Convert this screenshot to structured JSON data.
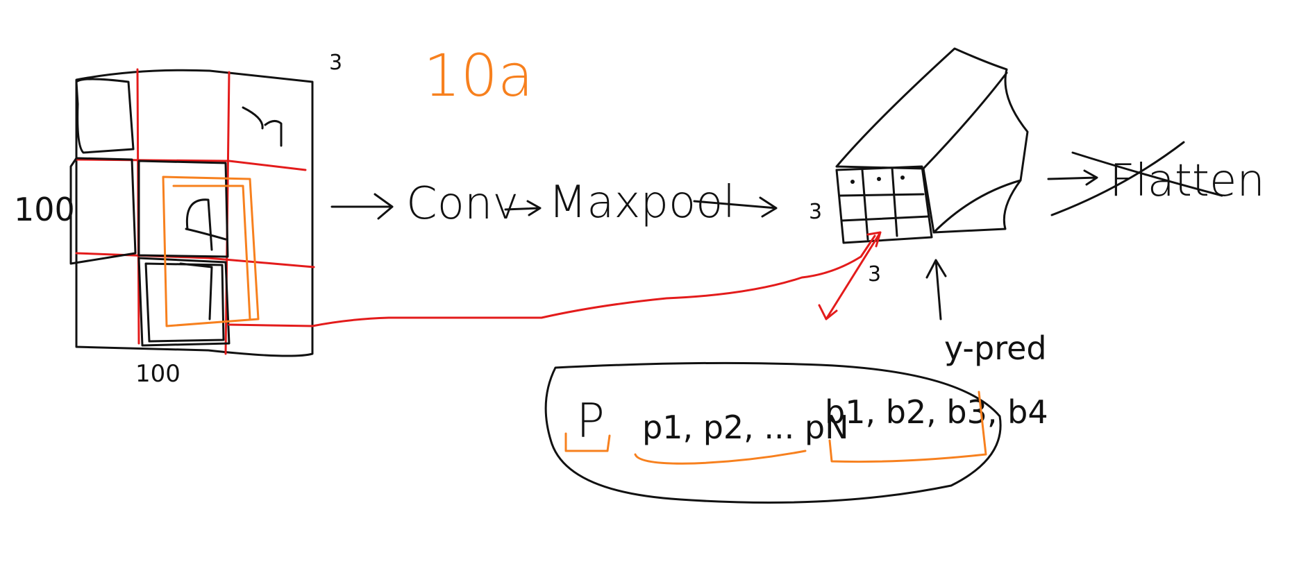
{
  "colors": {
    "ink": "#111111",
    "red": "#e31b1b",
    "orange": "#f7801e"
  },
  "labels": {
    "depth": "3",
    "orange_note": "10a",
    "height": "100",
    "width": "100",
    "conv": "Conv",
    "maxpool": "Maxpool",
    "feature_depth": "3",
    "cell_size": "3",
    "ypred": "y-pred",
    "flatten": "Flatten",
    "pc": "P",
    "classes": "p1, p2, ... pN",
    "boxes": "b1, b2, b3, b4"
  }
}
